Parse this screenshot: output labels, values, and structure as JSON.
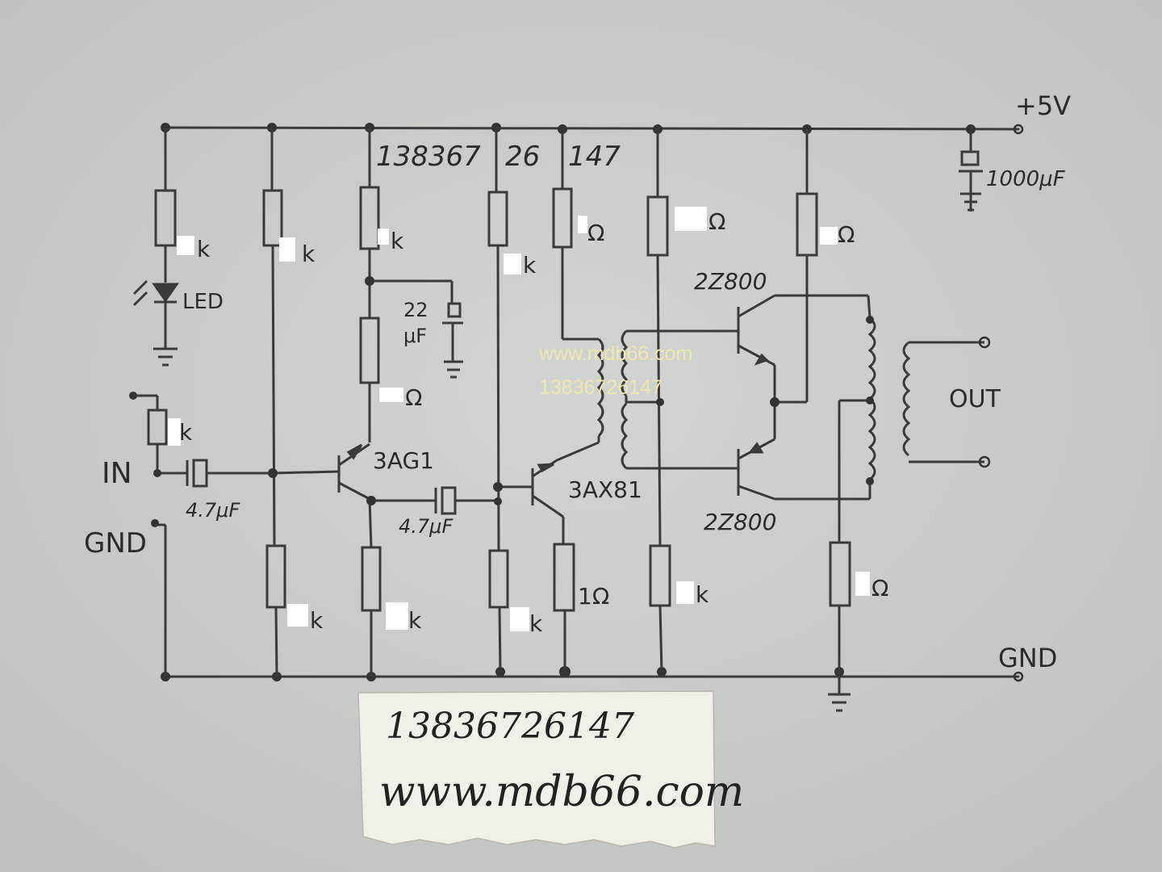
{
  "supply_label": "+5V",
  "ground_label_left": "GND",
  "ground_label_right": "GND",
  "input_label": "IN",
  "output_label": "OUT",
  "top_number": {
    "part1": "138367",
    "part2": "26",
    "part3": "147"
  },
  "components": {
    "led": "LED",
    "r_led": "k",
    "r_input": "k",
    "r_bias_top": "k",
    "r_bias_bottom": "k",
    "r_collector_1": "k",
    "r_collector_1b": "Ω",
    "r_emitter_1": "k",
    "r_bias2_top": "k",
    "r_bias2_bottom": "k",
    "r_collector_2": "Ω",
    "r_emitter_2": "1Ω",
    "r_bias3_top": "Ω",
    "r_bias3_bottom": "k",
    "r_output_top": "Ω",
    "r_output_bottom": "Ω",
    "cap_input": "4.7μF",
    "cap_couple": "4.7μF",
    "cap_decouple": {
      "line1": "22",
      "line2": "μF"
    },
    "cap_supply": "1000μF",
    "q1": "3AG1",
    "q2": "3AX81",
    "q3": "2Z800",
    "q4": "2Z800"
  },
  "watermark": {
    "line1": "www.mdb66.com",
    "line2": "13836726147"
  },
  "note": {
    "line1": "13836726147",
    "line2": "www.mdb66.com"
  },
  "colors": {
    "paper": "#c9cbc8",
    "ink": "#3a3a3a",
    "watermark": "#f0e6b0",
    "note": "#f1f0e8"
  }
}
